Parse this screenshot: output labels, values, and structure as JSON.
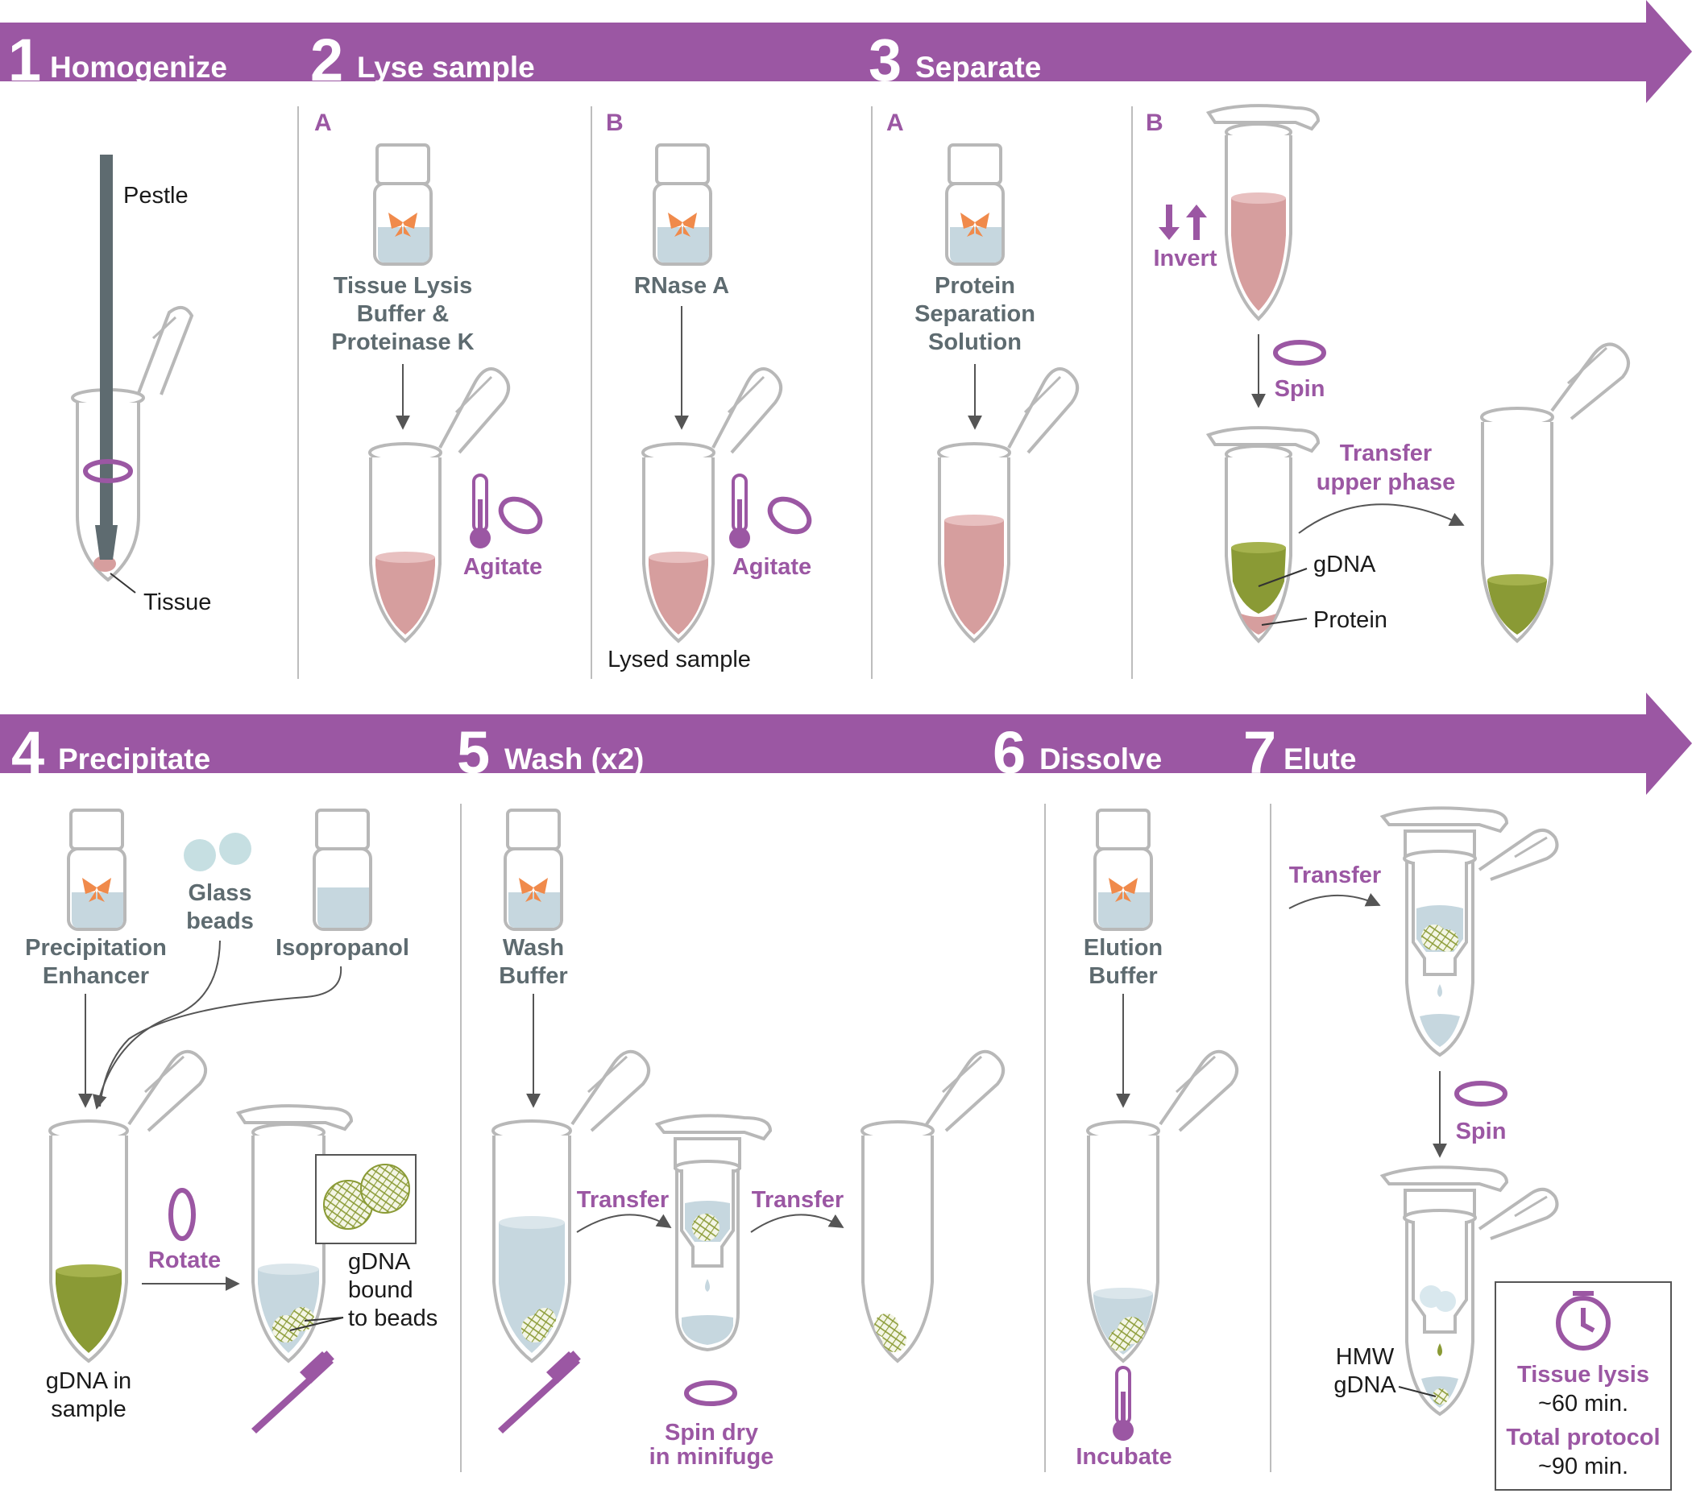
{
  "colors": {
    "purple": "#9b57a3",
    "slate": "#5e6b70",
    "pink_liquid": "#d69e9e",
    "green_gdna": "#8a9a35",
    "blue_liquid": "#c6d7df",
    "butterfly": "#f08a4b",
    "tube_outline": "#b8b8b8"
  },
  "steps": {
    "s1": {
      "num": "1",
      "name": "Homogenize"
    },
    "s2": {
      "num": "2",
      "name": "Lyse sample"
    },
    "s3": {
      "num": "3",
      "name": "Separate"
    },
    "s4": {
      "num": "4",
      "name": "Precipitate"
    },
    "s5": {
      "num": "5",
      "name": "Wash (x2)"
    },
    "s6": {
      "num": "6",
      "name": "Dissolve"
    },
    "s7": {
      "num": "7",
      "name": "Elute"
    }
  },
  "sub": {
    "a": "A",
    "b": "B"
  },
  "labels": {
    "pestle": "Pestle",
    "tissue": "Tissue",
    "lysis_1": "Tissue Lysis",
    "lysis_2": "Buffer &",
    "lysis_3": "Proteinase K",
    "rnase": "RNase A",
    "agitate": "Agitate",
    "lysed_sample": "Lysed sample",
    "protein_1": "Protein",
    "protein_2": "Separation",
    "protein_3": "Solution",
    "invert": "Invert",
    "spin": "Spin",
    "transfer_upper_1": "Transfer",
    "transfer_upper_2": "upper phase",
    "gdna": "gDNA",
    "protein": "Protein",
    "precip_1": "Precipitation",
    "precip_2": "Enhancer",
    "glass_1": "Glass",
    "glass_2": "beads",
    "isopropanol": "Isopropanol",
    "rotate": "Rotate",
    "gdna_in_1": "gDNA in",
    "gdna_in_2": "sample",
    "bound_1": "gDNA",
    "bound_2": "bound",
    "bound_3": "to beads",
    "wash_1": "Wash",
    "wash_2": "Buffer",
    "transfer": "Transfer",
    "spin_dry_1": "Spin dry",
    "spin_dry_2": "in minifuge",
    "elution_1": "Elution",
    "elution_2": "Buffer",
    "incubate": "Incubate",
    "hmw_1": "HMW",
    "hmw_2": "gDNA",
    "tissue_lysis": "Tissue lysis",
    "tissue_lysis_time": "~60 min.",
    "total_protocol": "Total protocol",
    "total_protocol_time": "~90 min."
  }
}
